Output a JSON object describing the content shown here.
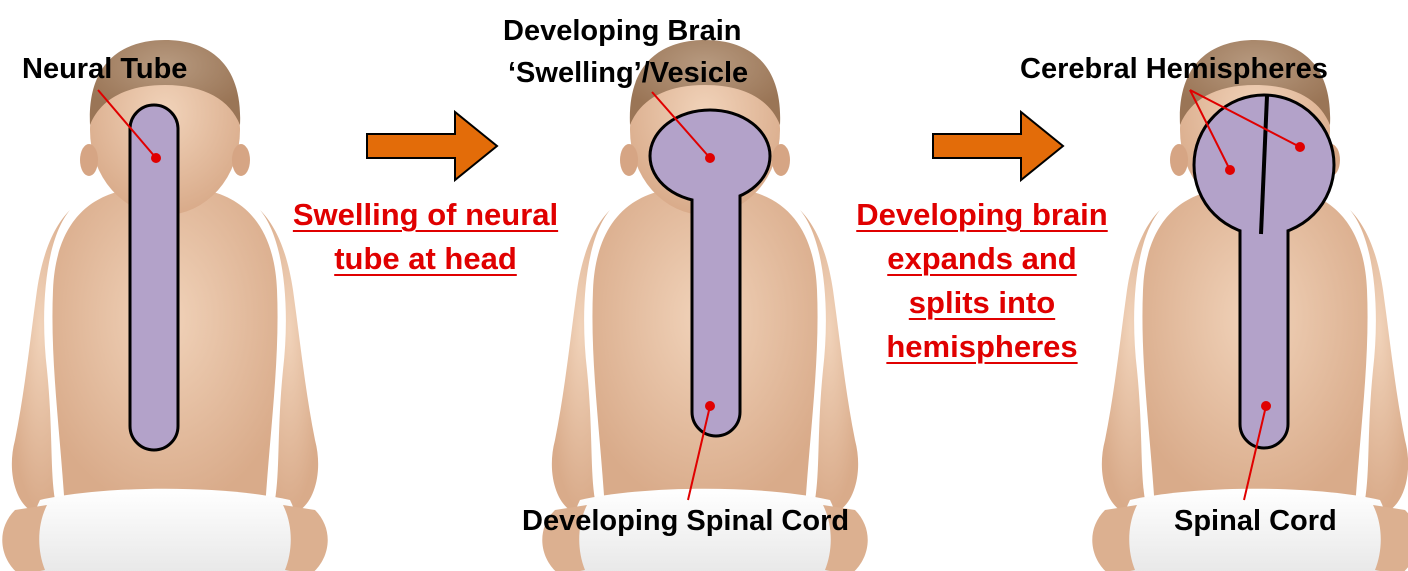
{
  "colors": {
    "tube_fill": "#b3a2c9",
    "outline": "#000000",
    "pointer": "#e00000",
    "arrow_fill": "#e36c09",
    "caption_text": "#e00000",
    "label_text": "#000000",
    "skin": "#e8c4a6",
    "hair": "#a88568",
    "diaper": "#f4f4f4"
  },
  "stages": [
    {
      "id": "stage1",
      "labels": [
        "Neural Tube"
      ]
    },
    {
      "id": "stage2",
      "labels": [
        "Developing Brain",
        "‘Swelling’/Vesicle",
        "Developing Spinal Cord"
      ]
    },
    {
      "id": "stage3",
      "labels": [
        "Cerebral Hemispheres",
        "Spinal Cord"
      ]
    }
  ],
  "transitions": [
    {
      "icon": "orange-arrow-icon",
      "caption_lines": [
        "Swelling of neural",
        "tube at head"
      ]
    },
    {
      "icon": "orange-arrow-icon",
      "caption_lines": [
        "Developing brain",
        "expands and",
        "splits into",
        "hemispheres"
      ]
    }
  ]
}
